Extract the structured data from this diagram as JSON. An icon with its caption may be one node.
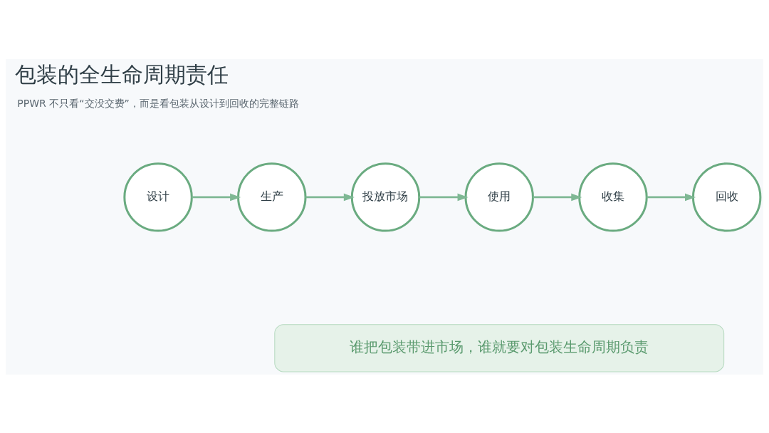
{
  "diagram": {
    "title": "包装的全生命周期责任",
    "nodes": [
      {
        "text": [
          "设计"
        ]
      },
      {
        "text": [
          "生产"
        ]
      },
      {
        "text": [
          "投放市场"
        ]
      },
      {
        "text": [
          "使用"
        ]
      },
      {
        "text": [
          "收集"
        ]
      },
      {
        "text": [
          "回收"
        ]
      },
      {
        "text": [
          "谁把包装带进市场，谁就要对包装生命周期负责"
        ]
      }
    ],
    "edges": [
      {
        "from": 0,
        "to": 1,
        "arrow": "to"
      },
      {
        "from": 1,
        "to": 2,
        "arrow": "to"
      },
      {
        "from": 2,
        "to": 3,
        "arrow": "to"
      },
      {
        "from": 3,
        "to": 4,
        "arrow": "to"
      },
      {
        "from": 4,
        "to": 5,
        "arrow": "to"
      }
    ],
    "labels": [
      "PPWR 不只看“交没交费”，而是看包装从设计到回收的完整链路"
    ]
  }
}
